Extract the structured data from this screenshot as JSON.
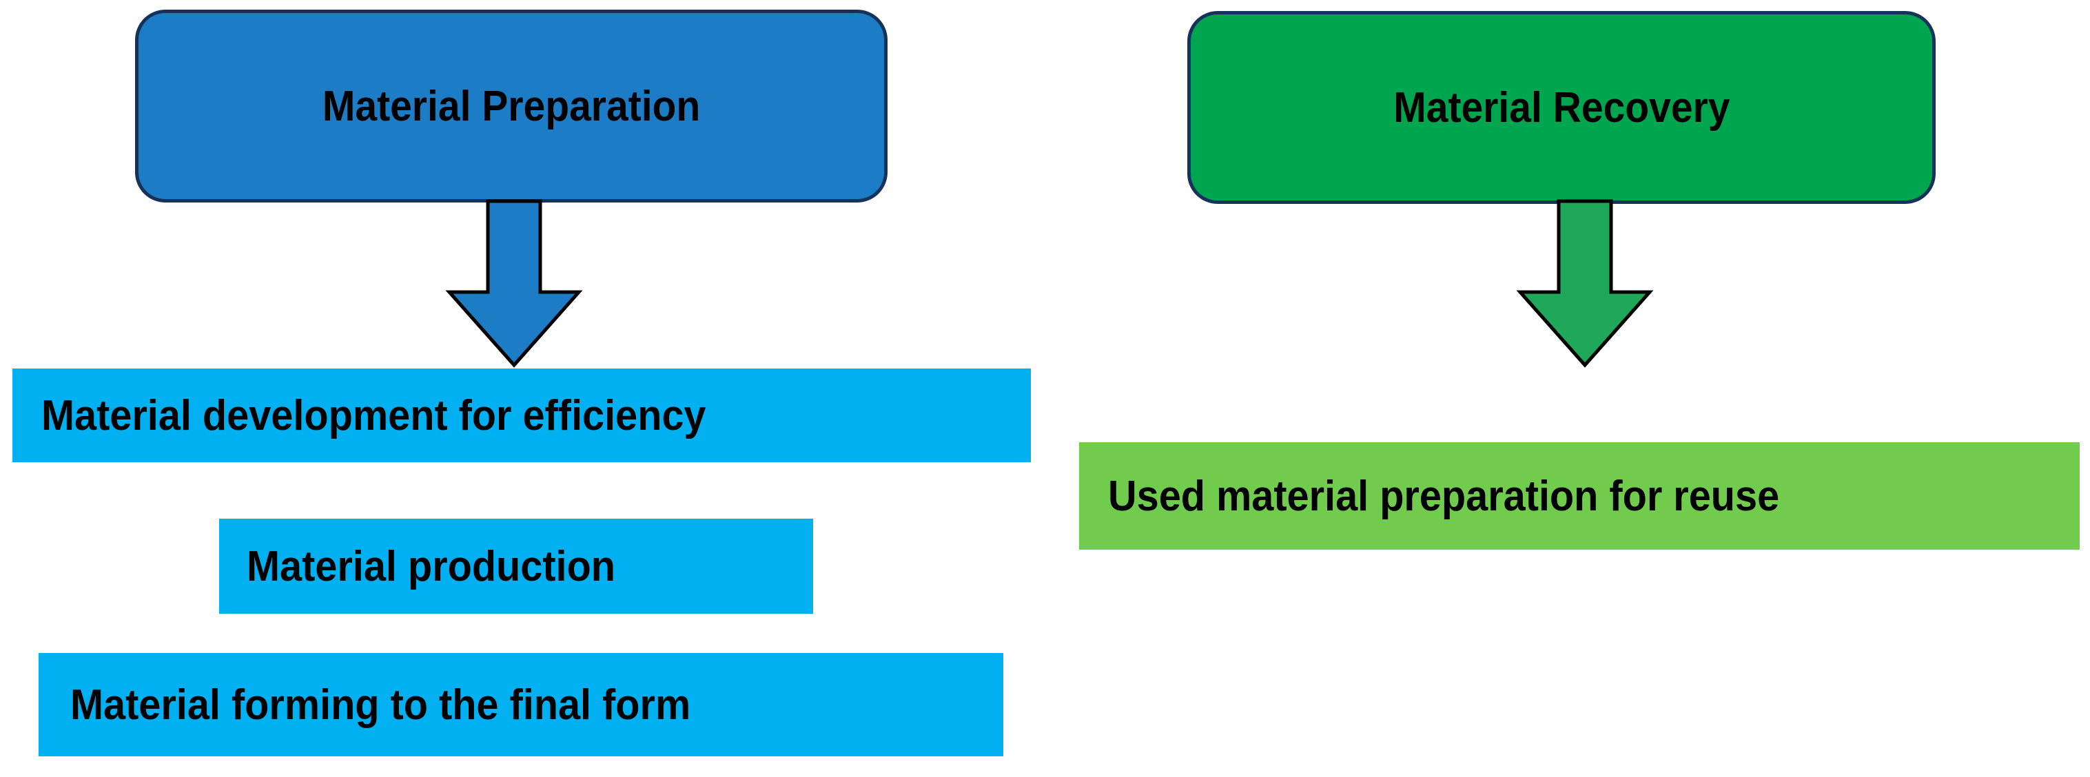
{
  "diagram": {
    "title_visible": false,
    "columns": [
      {
        "id": "material-preparation",
        "header": {
          "label": "Material Preparation",
          "fill_color": "#1c7dc6",
          "border_color": "#15325b"
        },
        "arrow": {
          "icon": "down-block-arrow",
          "fill_color": "#1c7dc6",
          "stroke_color": "#000000"
        },
        "steps": [
          {
            "label": "Material development for efficiency",
            "fill_color": "#00b0f0"
          },
          {
            "label": "Material production",
            "fill_color": "#00b0f0"
          },
          {
            "label": "Material forming to the final form",
            "fill_color": "#00b0f0"
          }
        ]
      },
      {
        "id": "material-recovery",
        "header": {
          "label": "Material Recovery",
          "fill_color": "#00a64f",
          "border_color": "#15325b"
        },
        "arrow": {
          "icon": "down-block-arrow",
          "fill_color": "#1fa85a",
          "stroke_color": "#000000"
        },
        "steps": [
          {
            "label": "Used material preparation for reuse",
            "fill_color": "#71cc4e"
          }
        ]
      }
    ],
    "palette": {
      "background": "#ffffff",
      "text": "#000000",
      "blue_header": "#1c7dc6",
      "blue_step": "#00b0f0",
      "green_header": "#00a64f",
      "green_step": "#71cc4e",
      "navy_border": "#15325b"
    }
  }
}
